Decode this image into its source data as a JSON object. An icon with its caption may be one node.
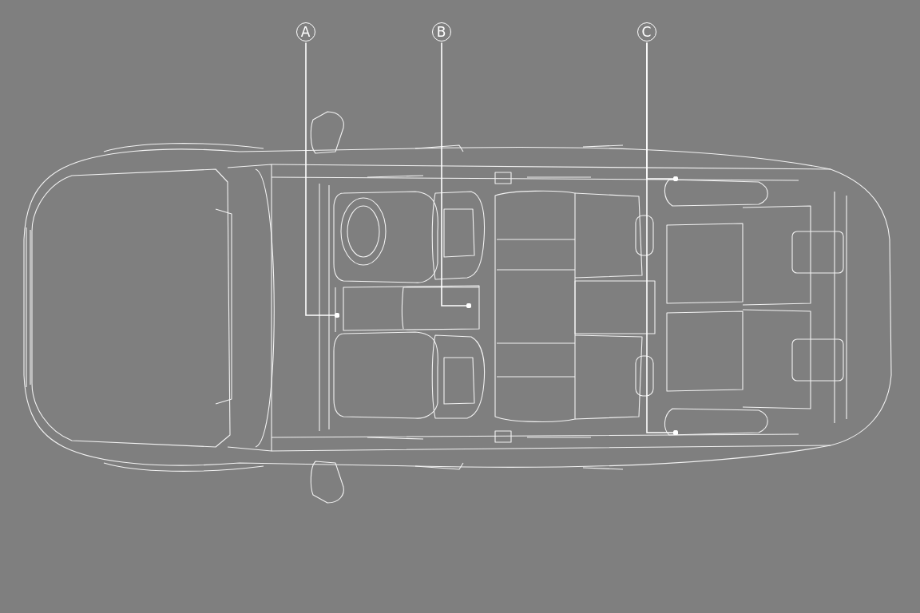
{
  "diagram": {
    "nodes": [
      {
        "text": [
          "A"
        ]
      },
      {
        "text": [
          "B"
        ]
      },
      {
        "text": [
          "C"
        ]
      }
    ],
    "edges": [
      {
        "from": 0,
        "to": null,
        "arrow": "other"
      },
      {
        "from": 1,
        "to": null,
        "arrow": "other"
      },
      {
        "from": 2,
        "to": null,
        "arrow": "other"
      },
      {
        "from": 2,
        "to": null,
        "arrow": "other"
      }
    ]
  }
}
